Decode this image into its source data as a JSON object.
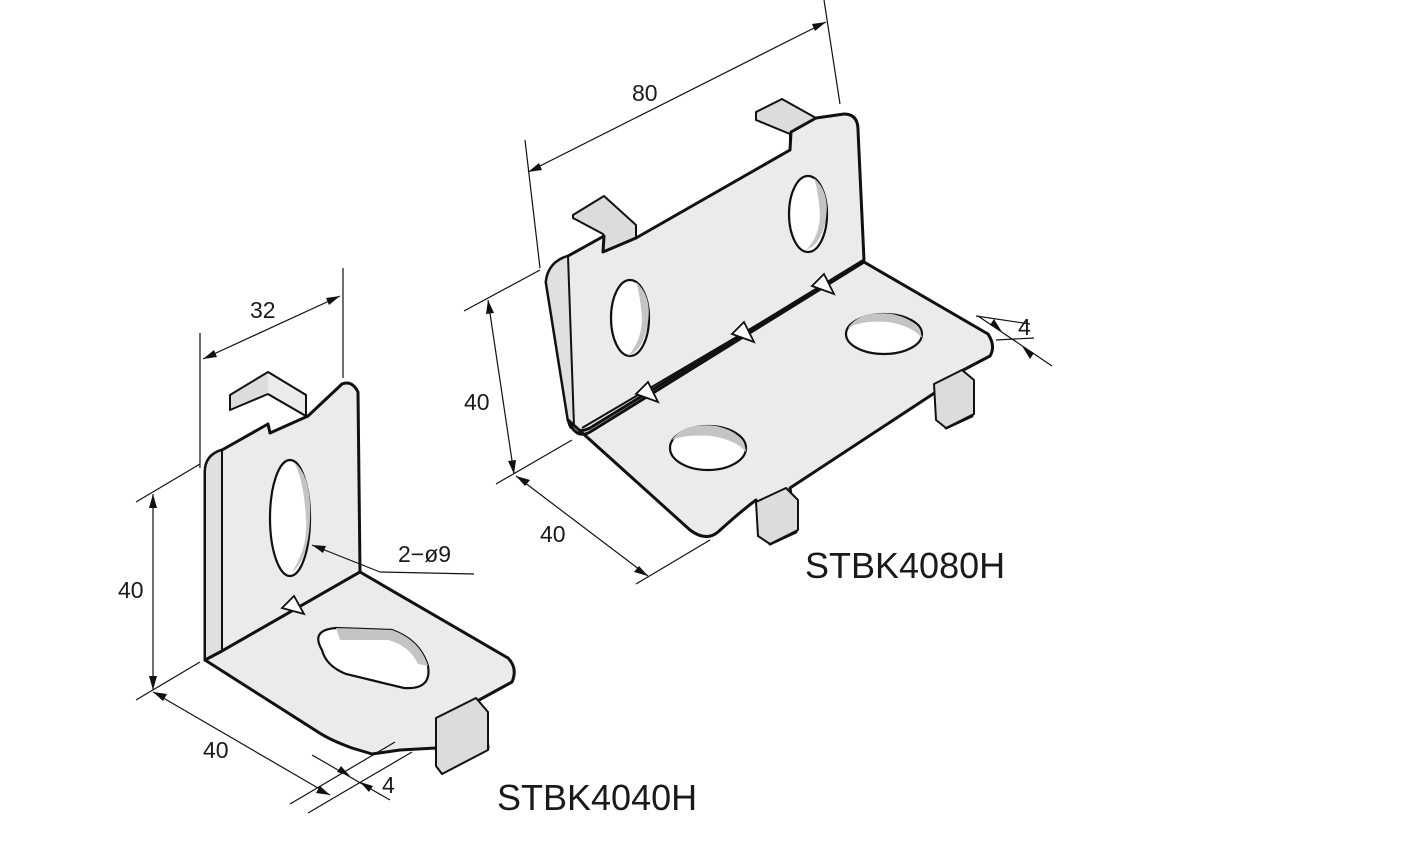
{
  "parts": [
    {
      "model": "STBK4040H",
      "dimensions": {
        "height": "40",
        "width": "32",
        "depth": "40",
        "thickness": "4",
        "hole_callout": "2−ø9"
      }
    },
    {
      "model": "STBK4080H",
      "dimensions": {
        "length": "80",
        "height": "40",
        "depth": "40",
        "thickness": "4"
      }
    }
  ]
}
